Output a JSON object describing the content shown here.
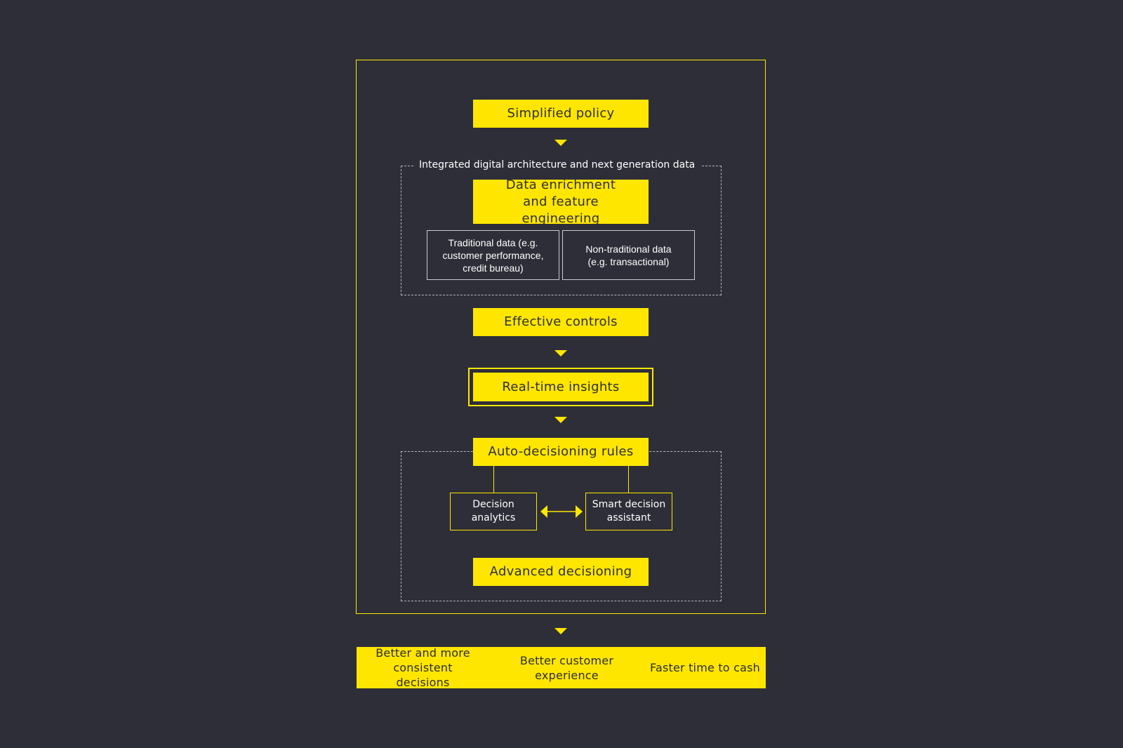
{
  "colors": {
    "background": "#2e2e38",
    "accent": "#ffe600",
    "text_light": "#ffffff",
    "text_dark": "#2e2e38"
  },
  "steps": {
    "simplified_policy": "Simplified policy",
    "architecture_label": "Integrated digital architecture and next generation data",
    "data_enrichment": "Data enrichment and feature engineering",
    "traditional_data": "Traditional data (e.g. customer performance, credit bureau)",
    "non_traditional_data": "Non-traditional data (e.g. transactional)",
    "effective_controls": "Effective controls",
    "real_time_insights": "Real-time insights",
    "auto_decisioning_rules": "Auto-decisioning rules",
    "decision_analytics": "Decision analytics",
    "smart_decision_assistant": "Smart decision assistant",
    "advanced_decisioning": "Advanced decisioning"
  },
  "outcomes": [
    "Better and more consistent decisions",
    "Better customer experience",
    "Faster time to cash"
  ]
}
